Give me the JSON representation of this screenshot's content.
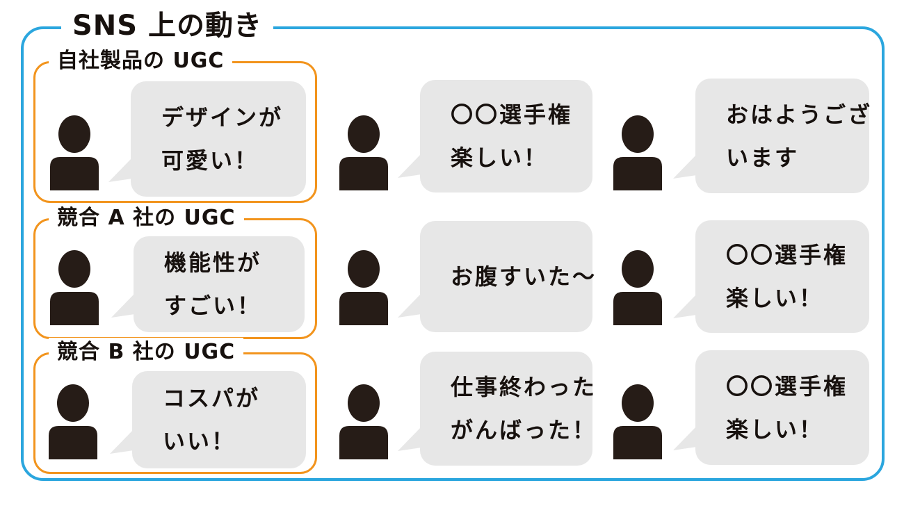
{
  "title": "SNS 上の動き",
  "colors": {
    "frame_blue": "#2BA6DE",
    "frame_orange": "#F2941D",
    "bubble_gray": "#E7E7E7",
    "person_dark": "#261C17",
    "text_dark": "#17110E"
  },
  "icons": {
    "person": "person-silhouette",
    "bubble_tail": "speech-bubble-tail"
  },
  "groups": [
    {
      "label": "自社製品の UGC",
      "post": {
        "lines": [
          "デザインが",
          "可愛い！"
        ]
      }
    },
    {
      "label": "競合 A 社の UGC",
      "post": {
        "lines": [
          "機能性が",
          "すごい！"
        ]
      }
    },
    {
      "label": "競合 B 社の UGC",
      "post": {
        "lines": [
          "コスパが",
          "いい！"
        ]
      }
    }
  ],
  "middle_posts": [
    {
      "lines": [
        "〇〇選手権",
        "楽しい！"
      ]
    },
    {
      "lines": [
        "お腹すいた〜"
      ]
    },
    {
      "lines": [
        "仕事終わった",
        "がんばった！"
      ]
    }
  ],
  "right_posts": [
    {
      "lines": [
        "おはようござ",
        "います"
      ]
    },
    {
      "lines": [
        "〇〇選手権",
        "楽しい！"
      ]
    },
    {
      "lines": [
        "〇〇選手権",
        "楽しい！"
      ]
    }
  ]
}
